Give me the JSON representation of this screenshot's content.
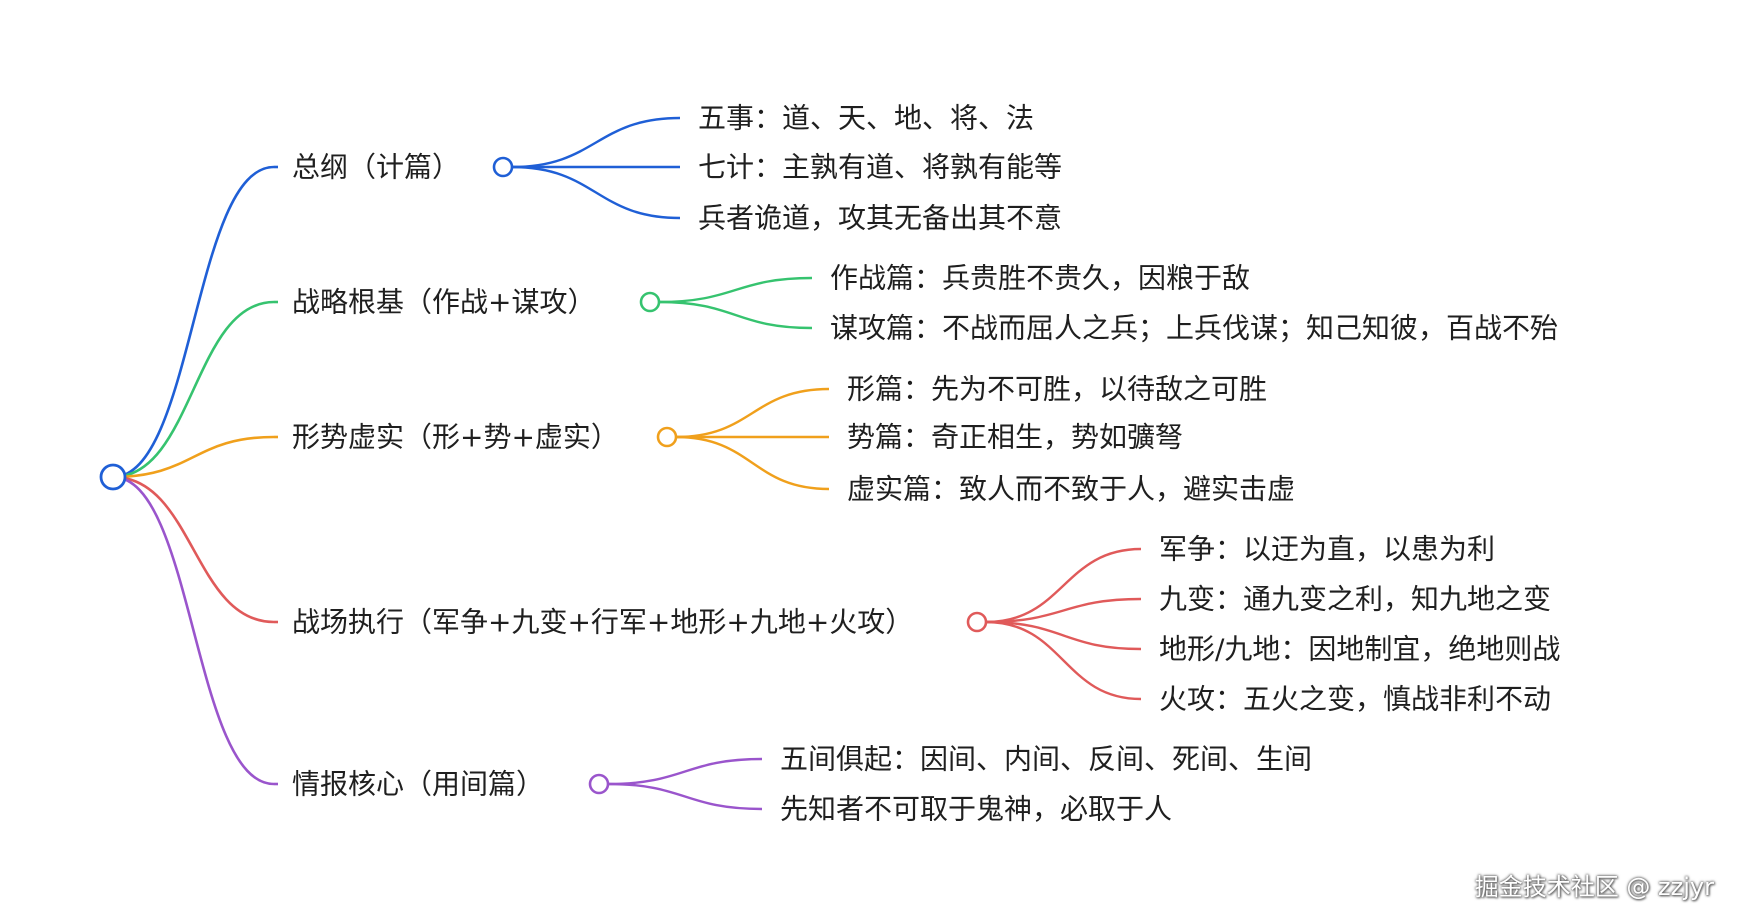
{
  "watermark": "掘金技术社区 @ zzjyr",
  "mindmap": {
    "branches": [
      {
        "label": "总纲（计篇）",
        "color": "#1f5fd6",
        "children": [
          "五事：道、天、地、将、法",
          "七计：主孰有道、将孰有能等",
          "兵者诡道，攻其无备出其不意"
        ]
      },
      {
        "label": "战略根基（作战+谋攻）",
        "color": "#36c36f",
        "children": [
          "作战篇：兵贵胜不贵久，因粮于敌",
          "谋攻篇：不战而屈人之兵；上兵伐谋；知己知彼，百战不殆"
        ]
      },
      {
        "label": "形势虚实（形+势+虚实）",
        "color": "#f0a01c",
        "children": [
          "形篇：先为不可胜，以待敌之可胜",
          "势篇：奇正相生，势如彍弩",
          "虚实篇：致人而不致于人，避实击虚"
        ]
      },
      {
        "label": "战场执行（军争+九变+行军+地形+九地+火攻）",
        "color": "#e05a5a",
        "children": [
          "军争：以迂为直，以患为利",
          "九变：通九变之利，知九地之变",
          "地形/九地：因地制宜，绝地则战",
          "火攻：五火之变，慎战非利不动"
        ]
      },
      {
        "label": "情报核心（用间篇）",
        "color": "#9a55cc",
        "children": [
          "五间俱起：因间、内间、反间、死间、生间",
          "先知者不可取于鬼神，必取于人"
        ]
      }
    ]
  }
}
